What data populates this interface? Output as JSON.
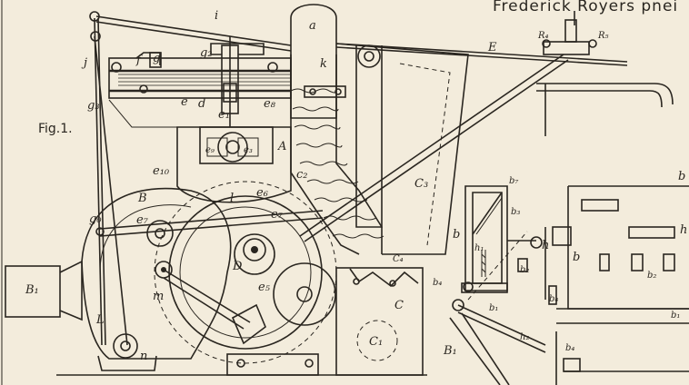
{
  "header": {
    "text": "Frederick Royers pnei"
  },
  "figure": {
    "label": "Fig.1."
  },
  "labels": {
    "a": "a",
    "i": "i",
    "j": "j",
    "g": "g",
    "f": "f",
    "g2": "g₂",
    "k": "k",
    "E": "E",
    "R4": "R₄",
    "R5": "R₅",
    "g3": "g₃",
    "e": "e",
    "d": "d",
    "e8": "e₈",
    "e1": "e₁",
    "A": "A",
    "e9": "e₉",
    "e3": "e₃",
    "c2": "c₂",
    "C3": "C₃",
    "e10": "e₁₀",
    "B": "B",
    "l": "l",
    "e6": "e₆",
    "e7a": "e₇",
    "e7b": "e₇",
    "g0": "g₀",
    "D": "D",
    "e5": "e₅",
    "B1": "B₁",
    "m": "m",
    "L": "L",
    "n": "n",
    "C": "C",
    "C1": "C₁",
    "C4": "C₄",
    "b7": "b₇",
    "b3": "b₃",
    "b_mid": "b",
    "h1": "h₁",
    "h": "h",
    "b2": "b₂",
    "b1": "b₁",
    "b4": "b₄",
    "B1b": "B₁",
    "h2": "h₂",
    "b_r1": "b",
    "h_r": "h",
    "b_r2": "b",
    "b2_r": "b₂",
    "b4_r": "b₄",
    "b1_r": "b₁",
    "b4_r2": "b₄"
  },
  "colors": {
    "paper": "#f3ecdc",
    "ink": "#2a2620"
  }
}
